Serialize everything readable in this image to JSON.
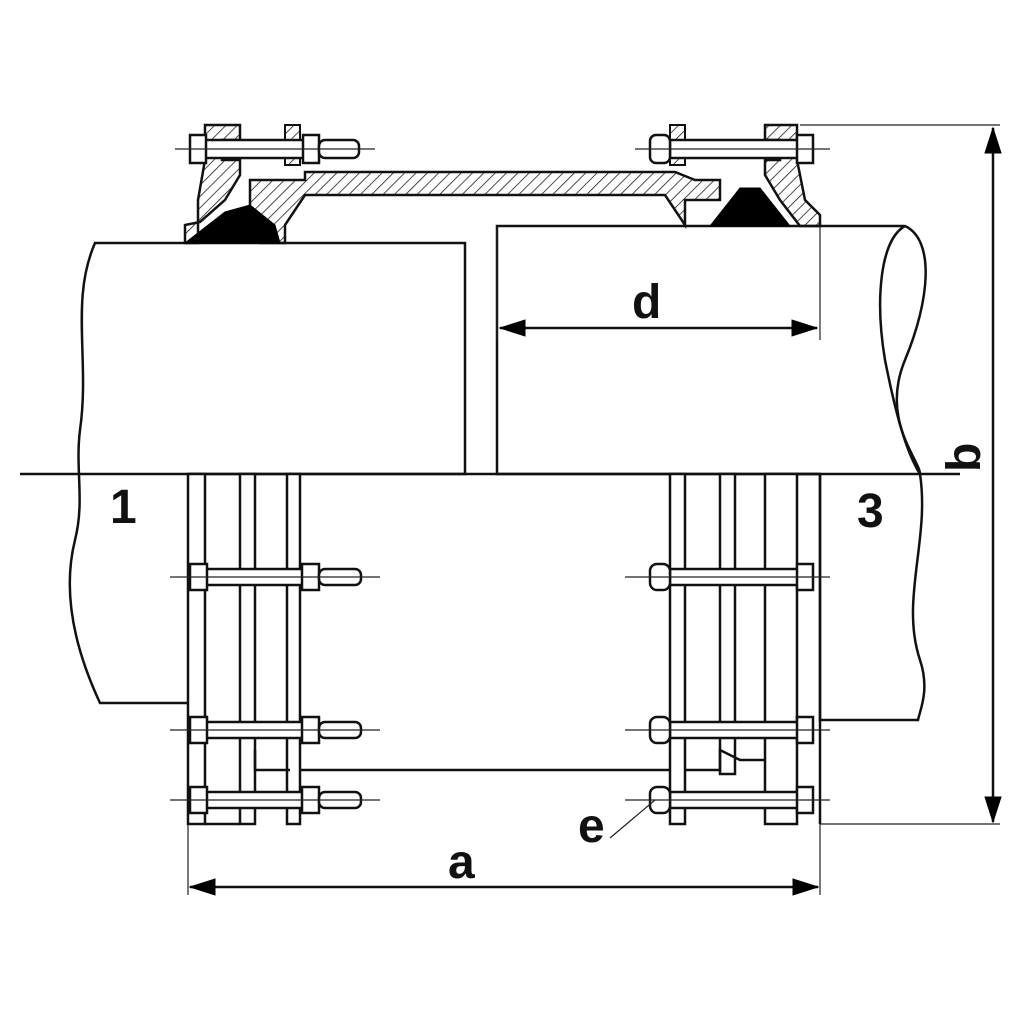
{
  "labels": {
    "dim_a": "a",
    "dim_b": "b",
    "dim_d": "d",
    "callout_e": "e",
    "pipe_1": "1",
    "pipe_3": "3"
  },
  "colors": {
    "line": "#111111",
    "background": "#ffffff",
    "gasket": "#000000"
  }
}
